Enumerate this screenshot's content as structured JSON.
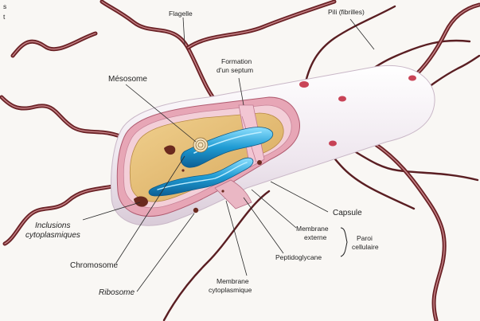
{
  "diagram": {
    "labels": {
      "flagelle": "Flagelle",
      "pili": "Pili (fibrilles)",
      "formation_l1": "Formation",
      "formation_l2": "d'un septum",
      "mesosome": "Mésosome",
      "inclusions_l1": "Inclusions",
      "inclusions_l2": "cytoplasmiques",
      "chromosome": "Chromosome",
      "ribosome": "Ribosome",
      "capsule": "Capsule",
      "membrane_externe_l1": "Membrane",
      "membrane_externe_l2": "externe",
      "paroi_l1": "Paroi",
      "paroi_l2": "cellulaire",
      "peptidoglycane": "Peptidoglycane",
      "membrane_cyto_l1": "Membrane",
      "membrane_cyto_l2": "cytoplasmique"
    },
    "edge_text": {
      "line1": "s",
      "line2": "t"
    },
    "colors": {
      "flagellum": "#6b2226",
      "flagellum_highlight": "#c9868a",
      "capsule": "#efe9ef",
      "outer_membrane": "#e7a6b6",
      "peptidoglycan": "#f3cfd8",
      "cytoplasm": "#e6c079",
      "chromosome": "#2aa3d6",
      "chromosome_highlight": "#bfeeff",
      "inclusion": "#6b2a1f",
      "septum": "#f2c6d3",
      "leader_line": "#2a2a2a"
    }
  }
}
